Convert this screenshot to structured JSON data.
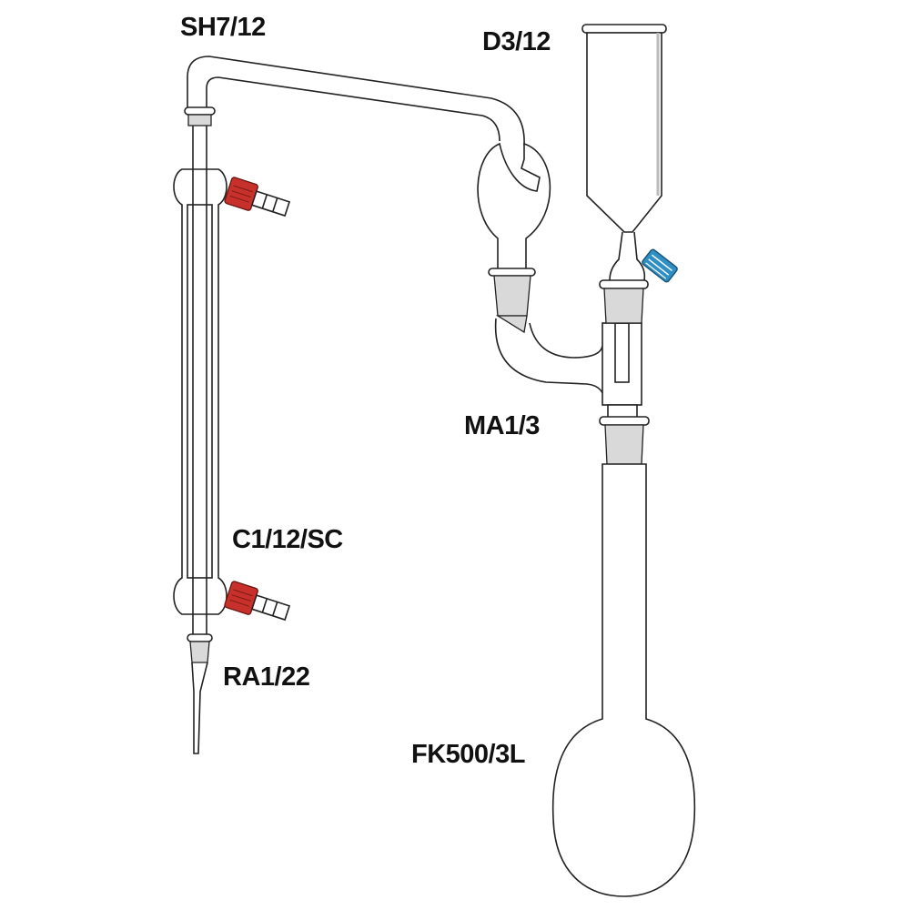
{
  "labels": {
    "distillation_head": "SH7/12",
    "dropping_funnel": "D3/12",
    "multiple_adapter": "MA1/3",
    "condenser": "C1/12/SC",
    "receiver_adapter": "RA1/22",
    "flask": "FK500/3L"
  },
  "colors": {
    "stopcock_red": "#c8312b",
    "stopcock_blue": "#2d8fc4",
    "ground_glass": "#d9d9d9",
    "outline": "#222222"
  }
}
